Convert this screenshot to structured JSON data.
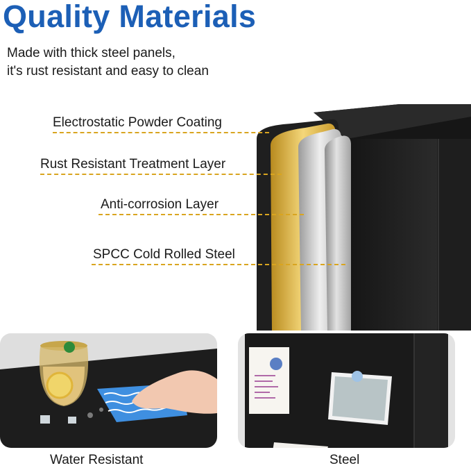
{
  "header": {
    "title": "Quality Materials",
    "subtitle_lines": [
      "Made with thick steel panels,",
      "it's rust resistant and easy to clean"
    ]
  },
  "layers": [
    {
      "label": "Electrostatic Powder Coating"
    },
    {
      "label": "Rust Resistant Treatment Layer"
    },
    {
      "label": "Anti-corrosion Layer"
    },
    {
      "label": "SPCC Cold Rolled Steel"
    }
  ],
  "panels": {
    "left_caption": "Water Resistant",
    "right_caption": "Steel"
  },
  "colors": {
    "title_blue": "#1c5fb6",
    "leader_gold": "#d9a520",
    "cabinet_black": "#1b1b1b"
  }
}
